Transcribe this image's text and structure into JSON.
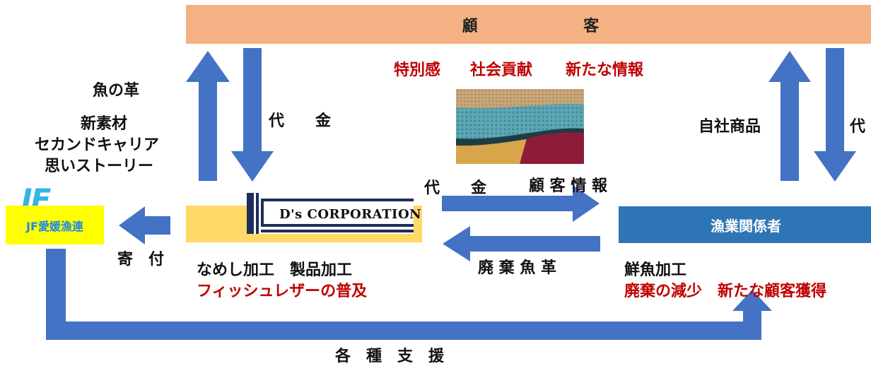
{
  "customer": {
    "label": "顧　　客"
  },
  "customer_values": [
    "特別感",
    "社会貢献",
    "新たな情報"
  ],
  "left_side": {
    "fish_skin": "魚の革",
    "lines": [
      "新素材",
      "セカンドキャリア",
      "思いストーリー"
    ]
  },
  "payment_down_left": "代　　金",
  "payment_mid": "代　　金",
  "customer_info": "顧 客 情 報",
  "own_products": "自社商品",
  "payment_right": "代",
  "ds": {
    "logo_text": "D's CORPORATION"
  },
  "fishery": {
    "label": "漁業関係者"
  },
  "jf": {
    "logo": "JF",
    "label": "JF愛媛漁連"
  },
  "donation": "寄　付",
  "waste_skin": "廃 棄 魚 革",
  "ds_work": "なめし加工　製品加工",
  "ds_goal": "フィッシュレザーの普及",
  "fish_processing": "鮮魚加工",
  "fishery_goals": "廃棄の減少　新たな顧客獲得",
  "support": "各　種　支　援",
  "colors": {
    "arrow": "#4472c4",
    "customer": "#f4b183",
    "ds_box": "#ffd966",
    "fishery": "#2e75b6",
    "accent_red": "#c00000",
    "jf_yellow": "#ffff00"
  }
}
